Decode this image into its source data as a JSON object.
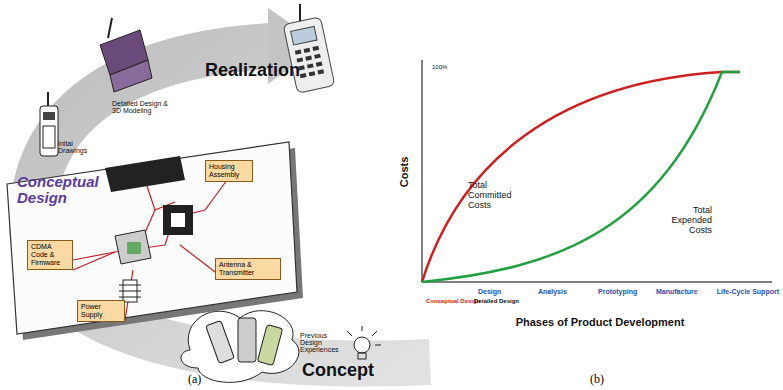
{
  "diagram": {
    "nodes": [
      {
        "text": [
          "Conceptual Design"
        ]
      },
      {
        "text": [
          "Housing Assembly"
        ],
        "in": 0
      },
      {
        "text": [
          "CDMA Code & Firmware"
        ],
        "in": 0
      },
      {
        "text": [
          "Power Supply"
        ],
        "in": 0
      },
      {
        "text": [
          "Antenna & Transmitter"
        ],
        "in": 0
      }
    ],
    "edges": [],
    "labels": [
      "Realization",
      "Detailed Design & 3D Modeling",
      "Inital Drawings",
      "Previous Design Experiences",
      "Concept",
      "(a)",
      "100%",
      "Costs",
      "Total Committed Costs",
      "Total Expended Costs",
      "Design",
      "Analysis",
      "Prototyping",
      "Manufacture",
      "Life-Cycle Support",
      "Conceptual Design",
      "Detailed Design",
      "Phases of Product Development",
      "(b)"
    ]
  }
}
